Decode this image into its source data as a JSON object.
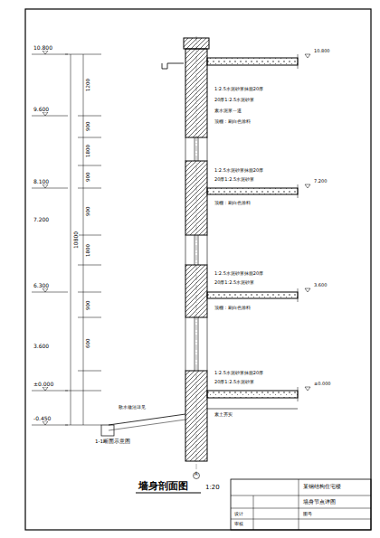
{
  "diagram": {
    "title": "墙身剖面图",
    "labels": [
      "1:20",
      "10.800",
      "9.600",
      "8.100",
      "7.200",
      "6.300",
      "3.600",
      "±0.000",
      "-0.450",
      "1200",
      "900",
      "1800",
      "900",
      "900",
      "1800",
      "900",
      "600",
      "10800",
      "1:2.5水泥砂浆抹面20厚",
      "20厚1:2.5水泥砂浆",
      "素水泥浆一道",
      "顶棚：刷白色涂料",
      "1:2.5水泥砂浆抹面20厚",
      "20厚1:2.5水泥砂浆",
      "顶棚：刷白色涂料",
      "1:2.5水泥砂浆抹面20厚",
      "20厚1:2.5水泥砂浆",
      "顶棚：刷白色涂料",
      "1:2.5水泥砂浆抹面20厚",
      "20厚1:2.5水泥砂浆",
      "素土夯实",
      "10.800",
      "7.200",
      "3.600",
      "±0.000",
      "1-1断面示意图",
      "散水做法详见",
      "A",
      "某钢结构住宅楼",
      "墙身节点详图",
      "设计",
      "审核",
      "图号"
    ]
  }
}
